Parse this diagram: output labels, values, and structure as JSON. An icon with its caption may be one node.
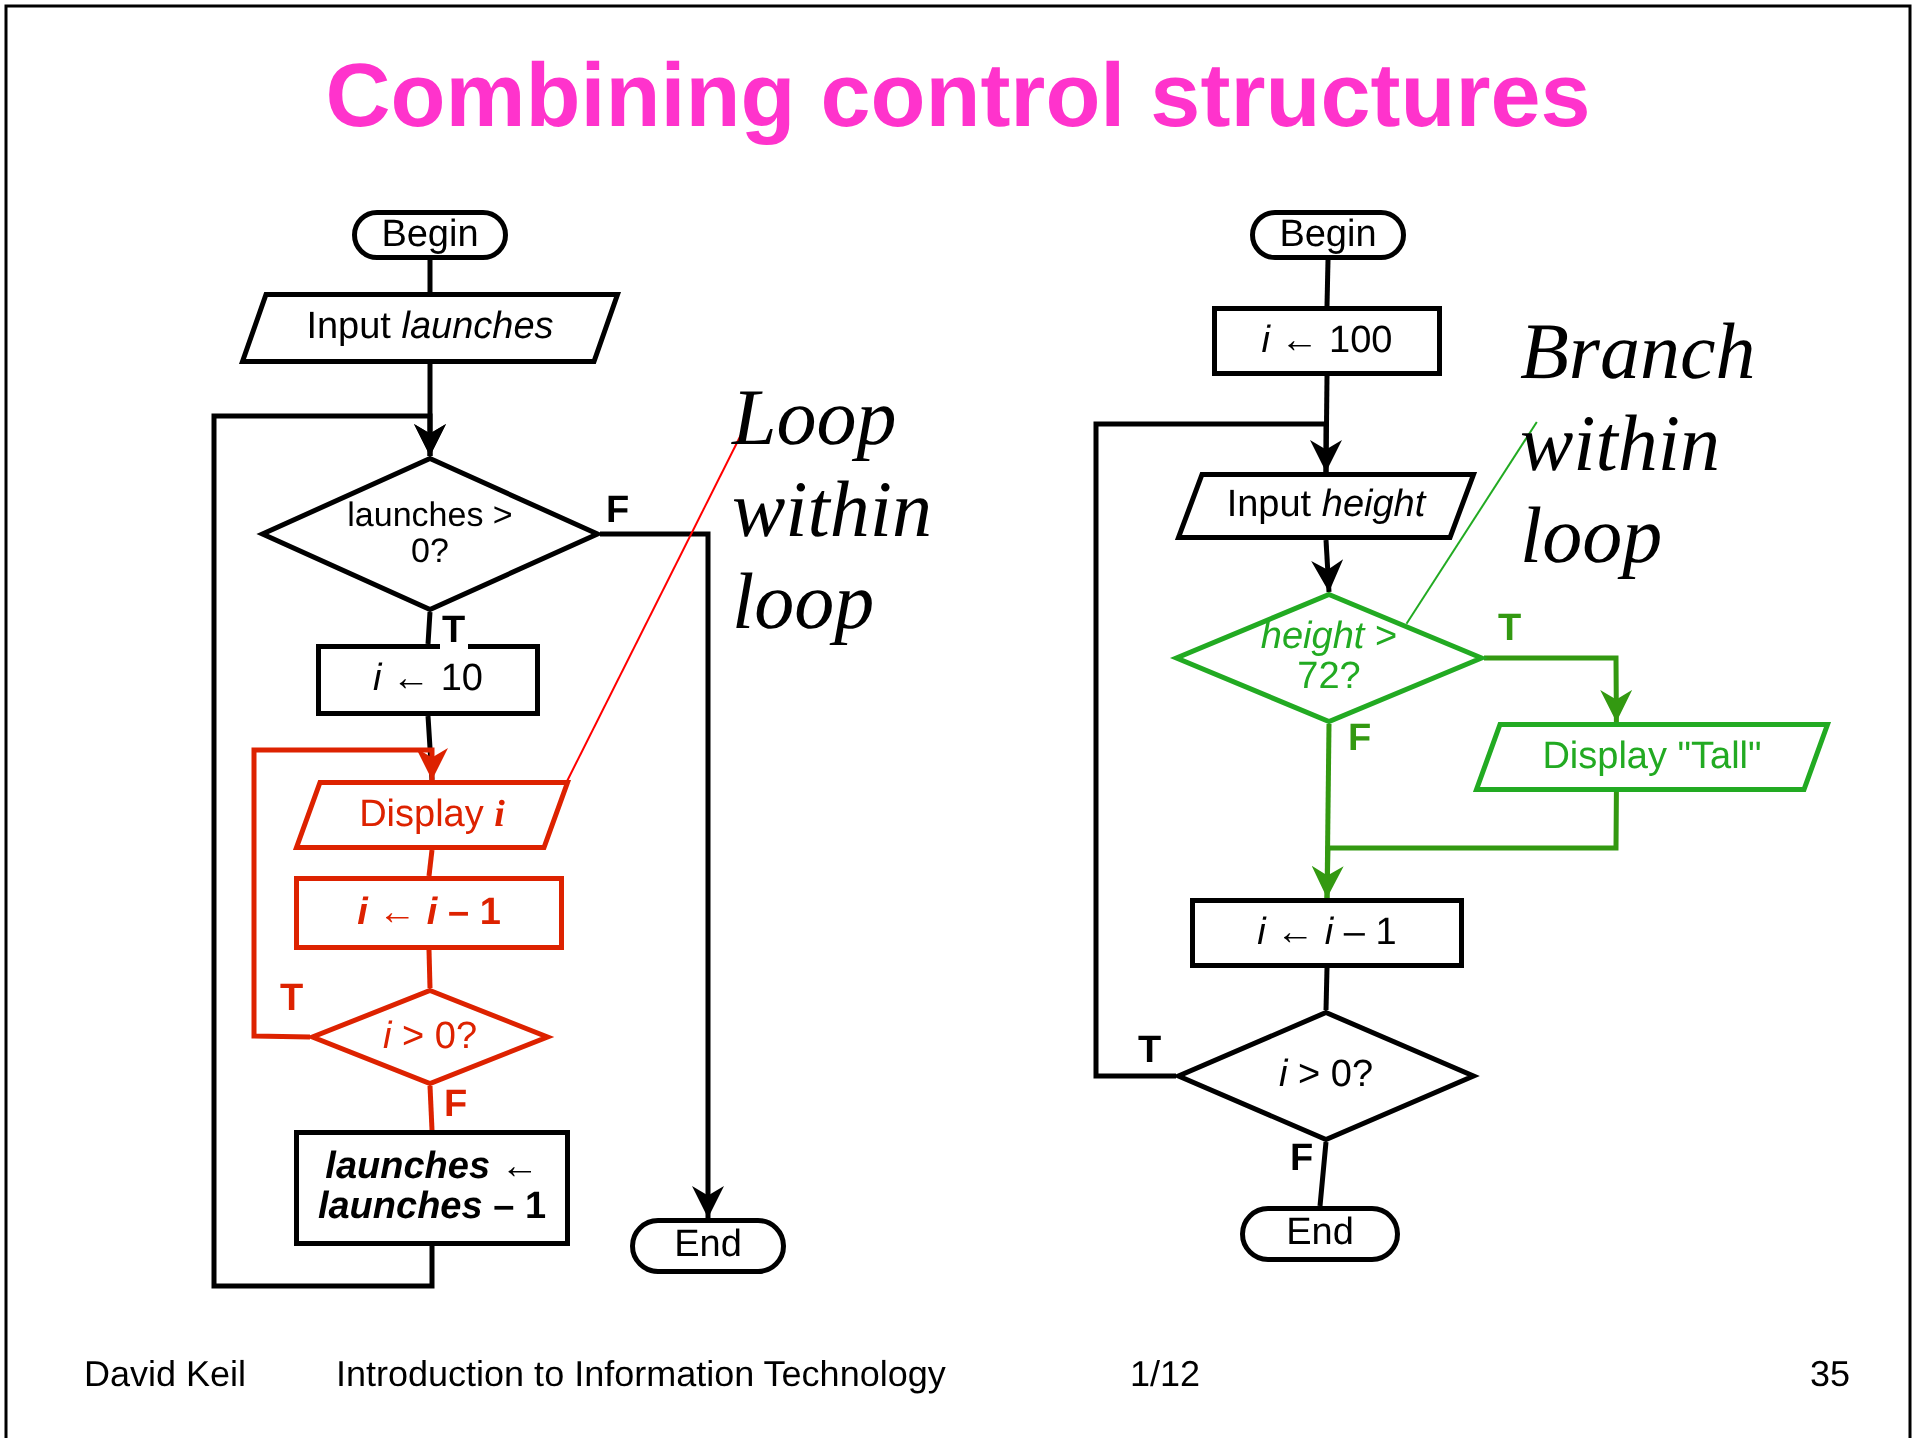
{
  "diagram": {
    "title": "Combining control structures",
    "nodes": [
      {
        "text": [
          "Begin"
        ]
      },
      {
        "text": [
          "Input *launches*"
        ]
      },
      {
        "text": [
          "launches > 0?"
        ]
      },
      {
        "text": [
          "*i* ← 10"
        ]
      },
      {
        "text": [
          "Display **i**"
        ]
      },
      {
        "text": [
          "*i* ← *i* – 1"
        ]
      },
      {
        "text": [
          "*i* > 0?"
        ]
      },
      {
        "text": [
          "*launches* ← *launches* – 1"
        ]
      },
      {
        "text": [
          "End"
        ]
      },
      {
        "text": [
          "Loop within loop"
        ]
      },
      {
        "text": [
          "Begin"
        ]
      },
      {
        "text": [
          "*i* ← 100"
        ]
      },
      {
        "text": [
          "Input *height*"
        ]
      },
      {
        "text": [
          "*height* > 72?"
        ]
      },
      {
        "text": [
          "Display \"Tall\""
        ]
      },
      {
        "text": [
          "*i* ← *i* – 1"
        ]
      },
      {
        "text": [
          "*i* > 0?"
        ]
      },
      {
        "text": [
          "End"
        ]
      },
      {
        "text": [
          "Branch within loop"
        ]
      }
    ],
    "edges": [
      {
        "from": 0,
        "to": 1,
        "arrow": "none"
      },
      {
        "from": 1,
        "to": 2,
        "arrow": "to"
      },
      {
        "from": 2,
        "to": 3,
        "arrow": "none",
        "label": "T"
      },
      {
        "from": 3,
        "to": 4,
        "arrow": "none"
      },
      {
        "from": 6,
        "to": 4,
        "arrow": "to",
        "label": "T",
        "color": "#dd2200"
      },
      {
        "from": 4,
        "to": 5,
        "arrow": "none",
        "color": "#dd2200"
      },
      {
        "from": 5,
        "to": 6,
        "arrow": "none",
        "color": "#dd2200"
      },
      {
        "from": 6,
        "to": 7,
        "arrow": "none",
        "label": "F",
        "color": "#dd2200"
      },
      {
        "from": 7,
        "to": 2,
        "arrow": "to"
      },
      {
        "from": 2,
        "to": 8,
        "arrow": "to",
        "label": "F"
      },
      {
        "from": 9,
        "to": 4,
        "arrow": "none",
        "color": "#ff0000"
      },
      {
        "from": 10,
        "to": 11,
        "arrow": "none"
      },
      {
        "from": 11,
        "to": 12,
        "arrow": "none"
      },
      {
        "from": 12,
        "to": 13,
        "arrow": "to"
      },
      {
        "from": 13,
        "to": 14,
        "arrow": "to",
        "label": "T",
        "color": "#339911"
      },
      {
        "from": 13,
        "to": 15,
        "arrow": "none",
        "label": "F",
        "color": "#339911"
      },
      {
        "from": 14,
        "to": 15,
        "arrow": "to",
        "color": "#339911"
      },
      {
        "from": 15,
        "to": 16,
        "arrow": "none"
      },
      {
        "from": 16,
        "to": 12,
        "arrow": "to",
        "label": "T"
      },
      {
        "from": 16,
        "to": 17,
        "arrow": "none",
        "label": "F"
      },
      {
        "from": 18,
        "to": 13,
        "arrow": "none",
        "color": "#22aa22"
      }
    ],
    "labels": [
      "David Keil",
      "Introduction to Information Technology",
      "1/12",
      "35"
    ]
  }
}
